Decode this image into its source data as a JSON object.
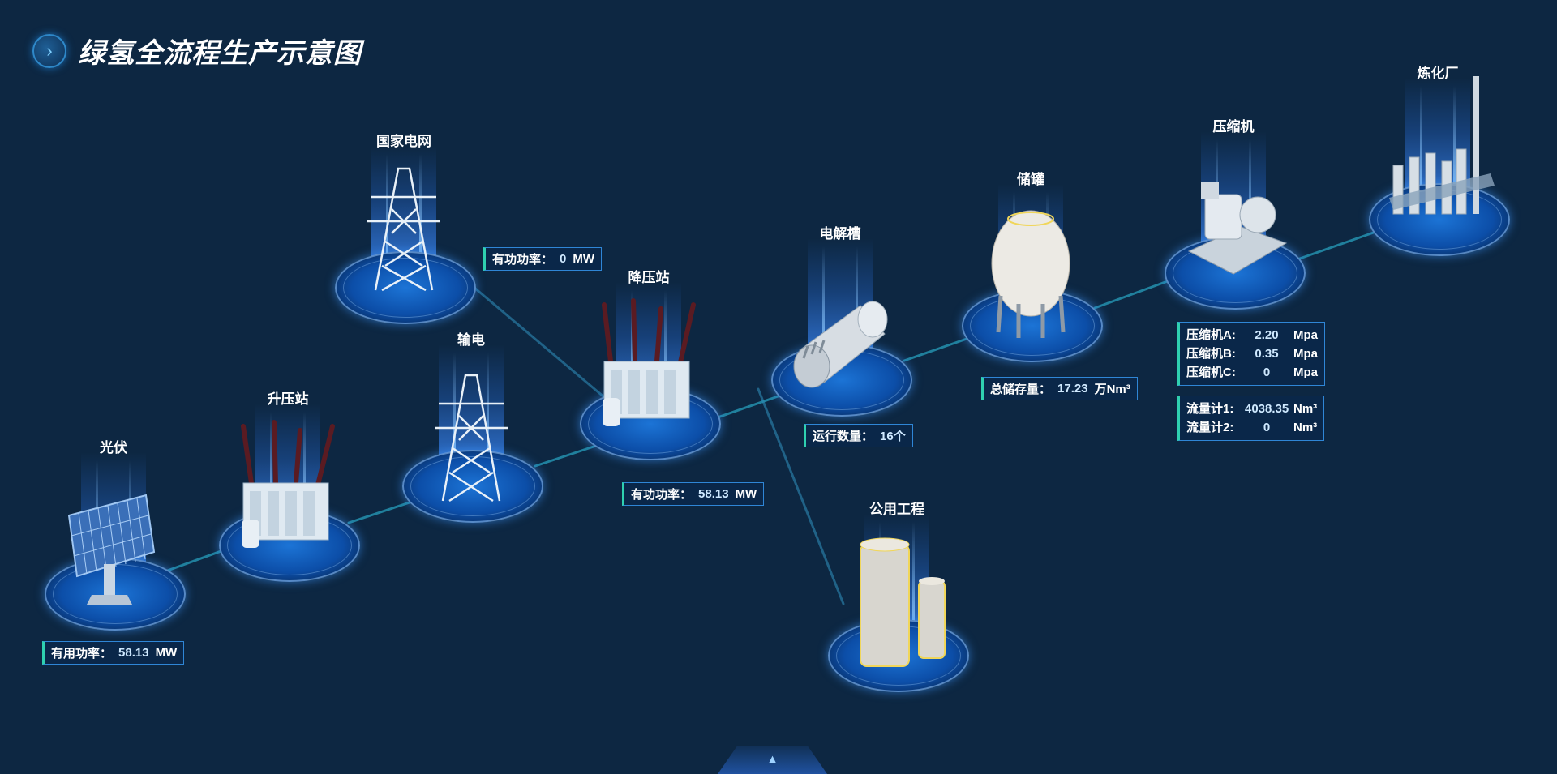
{
  "header": {
    "title": "绿氢全流程生产示意图",
    "icon": "chevron-right-icon"
  },
  "nodes": {
    "pv": "光伏",
    "step_up": "升压站",
    "grid": "国家电网",
    "transmission": "输电",
    "step_down": "降压站",
    "electrolyzer": "电解槽",
    "utilities": "公用工程",
    "storage": "储罐",
    "compressor": "压缩机",
    "refinery": "炼化厂"
  },
  "info": {
    "pv_power": {
      "label": "有用功率：",
      "value": "58.13",
      "unit": "MW"
    },
    "grid_power": {
      "label": "有功功率：",
      "value": "0",
      "unit": "MW"
    },
    "stepdown_power": {
      "label": "有功功率：",
      "value": "58.13",
      "unit": "MW"
    },
    "electrolyzer_count": {
      "label": "运行数量：",
      "value": "16个"
    },
    "storage_total": {
      "label": "总储存量：",
      "value": "17.23",
      "unit": "万Nm³"
    },
    "compressors": [
      {
        "label": "压缩机A:",
        "value": "2.20",
        "unit": "Mpa"
      },
      {
        "label": "压缩机B:",
        "value": "0.35",
        "unit": "Mpa"
      },
      {
        "label": "压缩机C:",
        "value": "0",
        "unit": "Mpa"
      }
    ],
    "flowmeters": [
      {
        "label": "流量计1:",
        "value": "4038.35",
        "unit": "Nm³"
      },
      {
        "label": "流量计2:",
        "value": "0",
        "unit": "Nm³"
      }
    ]
  },
  "bottom_tab": {
    "icon": "chevron-up-icon",
    "glyph": "▲"
  },
  "colors": {
    "background": "#0d2742",
    "accent": "#2fd0b0",
    "border": "#2f86d6"
  }
}
